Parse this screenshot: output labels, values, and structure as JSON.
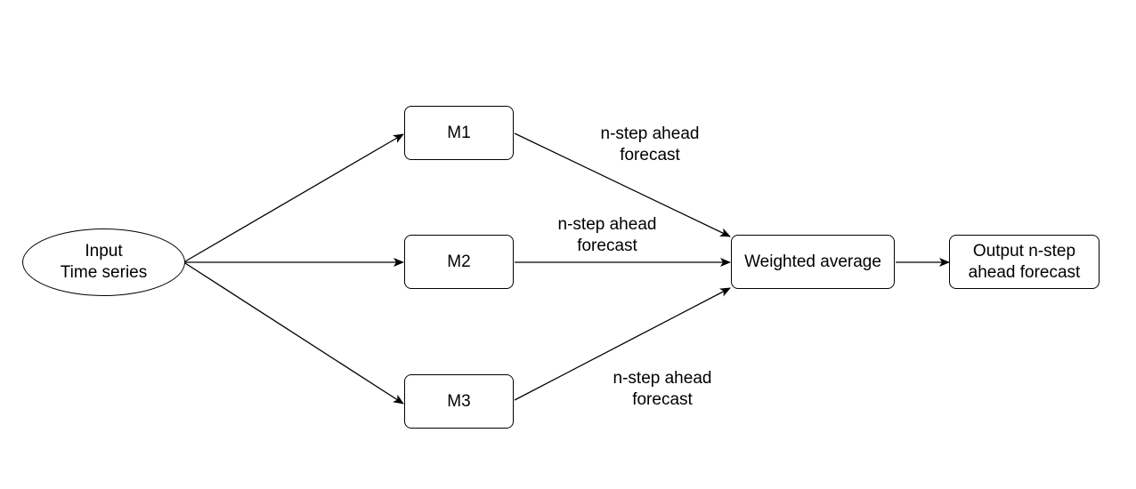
{
  "nodes": {
    "input": {
      "line1": "Input",
      "line2": "Time series"
    },
    "m1": {
      "label": "M1"
    },
    "m2": {
      "label": "M2"
    },
    "m3": {
      "label": "M3"
    },
    "weighted": {
      "label": "Weighted average"
    },
    "output": {
      "line1": "Output n-step",
      "line2": "ahead forecast"
    }
  },
  "edge_labels": {
    "m1": {
      "line1": "n-step ahead",
      "line2": "forecast"
    },
    "m2": {
      "line1": "n-step ahead",
      "line2": "forecast"
    },
    "m3": {
      "line1": "n-step ahead",
      "line2": "forecast"
    }
  },
  "colors": {
    "stroke": "#000000",
    "fill": "#ffffff"
  }
}
